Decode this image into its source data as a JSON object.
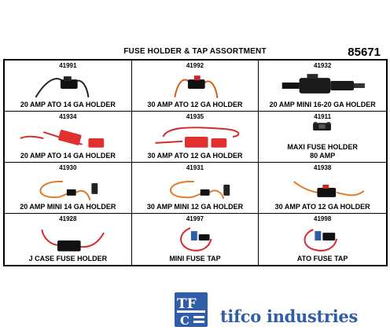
{
  "header": {
    "title": "FUSE HOLDER & TAP ASSORTMENT",
    "code": "85671"
  },
  "items": [
    {
      "num": "41991",
      "name": "20 AMP ATO 14 GA HOLDER"
    },
    {
      "num": "41992",
      "name": "30 AMP ATO 12 GA HOLDER"
    },
    {
      "num": "41932",
      "name": "20 AMP MINI 16-20 GA HOLDER"
    },
    {
      "num": "41934",
      "name": "20 AMP ATO 14 GA HOLDER"
    },
    {
      "num": "41935",
      "name": "30 AMP ATO 12 GA HOLDER"
    },
    {
      "num": "41911",
      "name": "MAXI FUSE HOLDER",
      "name2": "80 AMP"
    },
    {
      "num": "41930",
      "name": "20 AMP MINI 14 GA HOLDER"
    },
    {
      "num": "41931",
      "name": "30 AMP MINI 12 GA HOLDER"
    },
    {
      "num": "41938",
      "name": "30 AMP ATO 12 GA HOLDER"
    },
    {
      "num": "41928",
      "name": "J CASE FUSE HOLDER"
    },
    {
      "num": "41997",
      "name": "MINI FUSE TAP"
    },
    {
      "num": "41998",
      "name": "ATO FUSE TAP"
    }
  ],
  "brand": {
    "name": "tifco industries",
    "color": "#2f5da8"
  }
}
